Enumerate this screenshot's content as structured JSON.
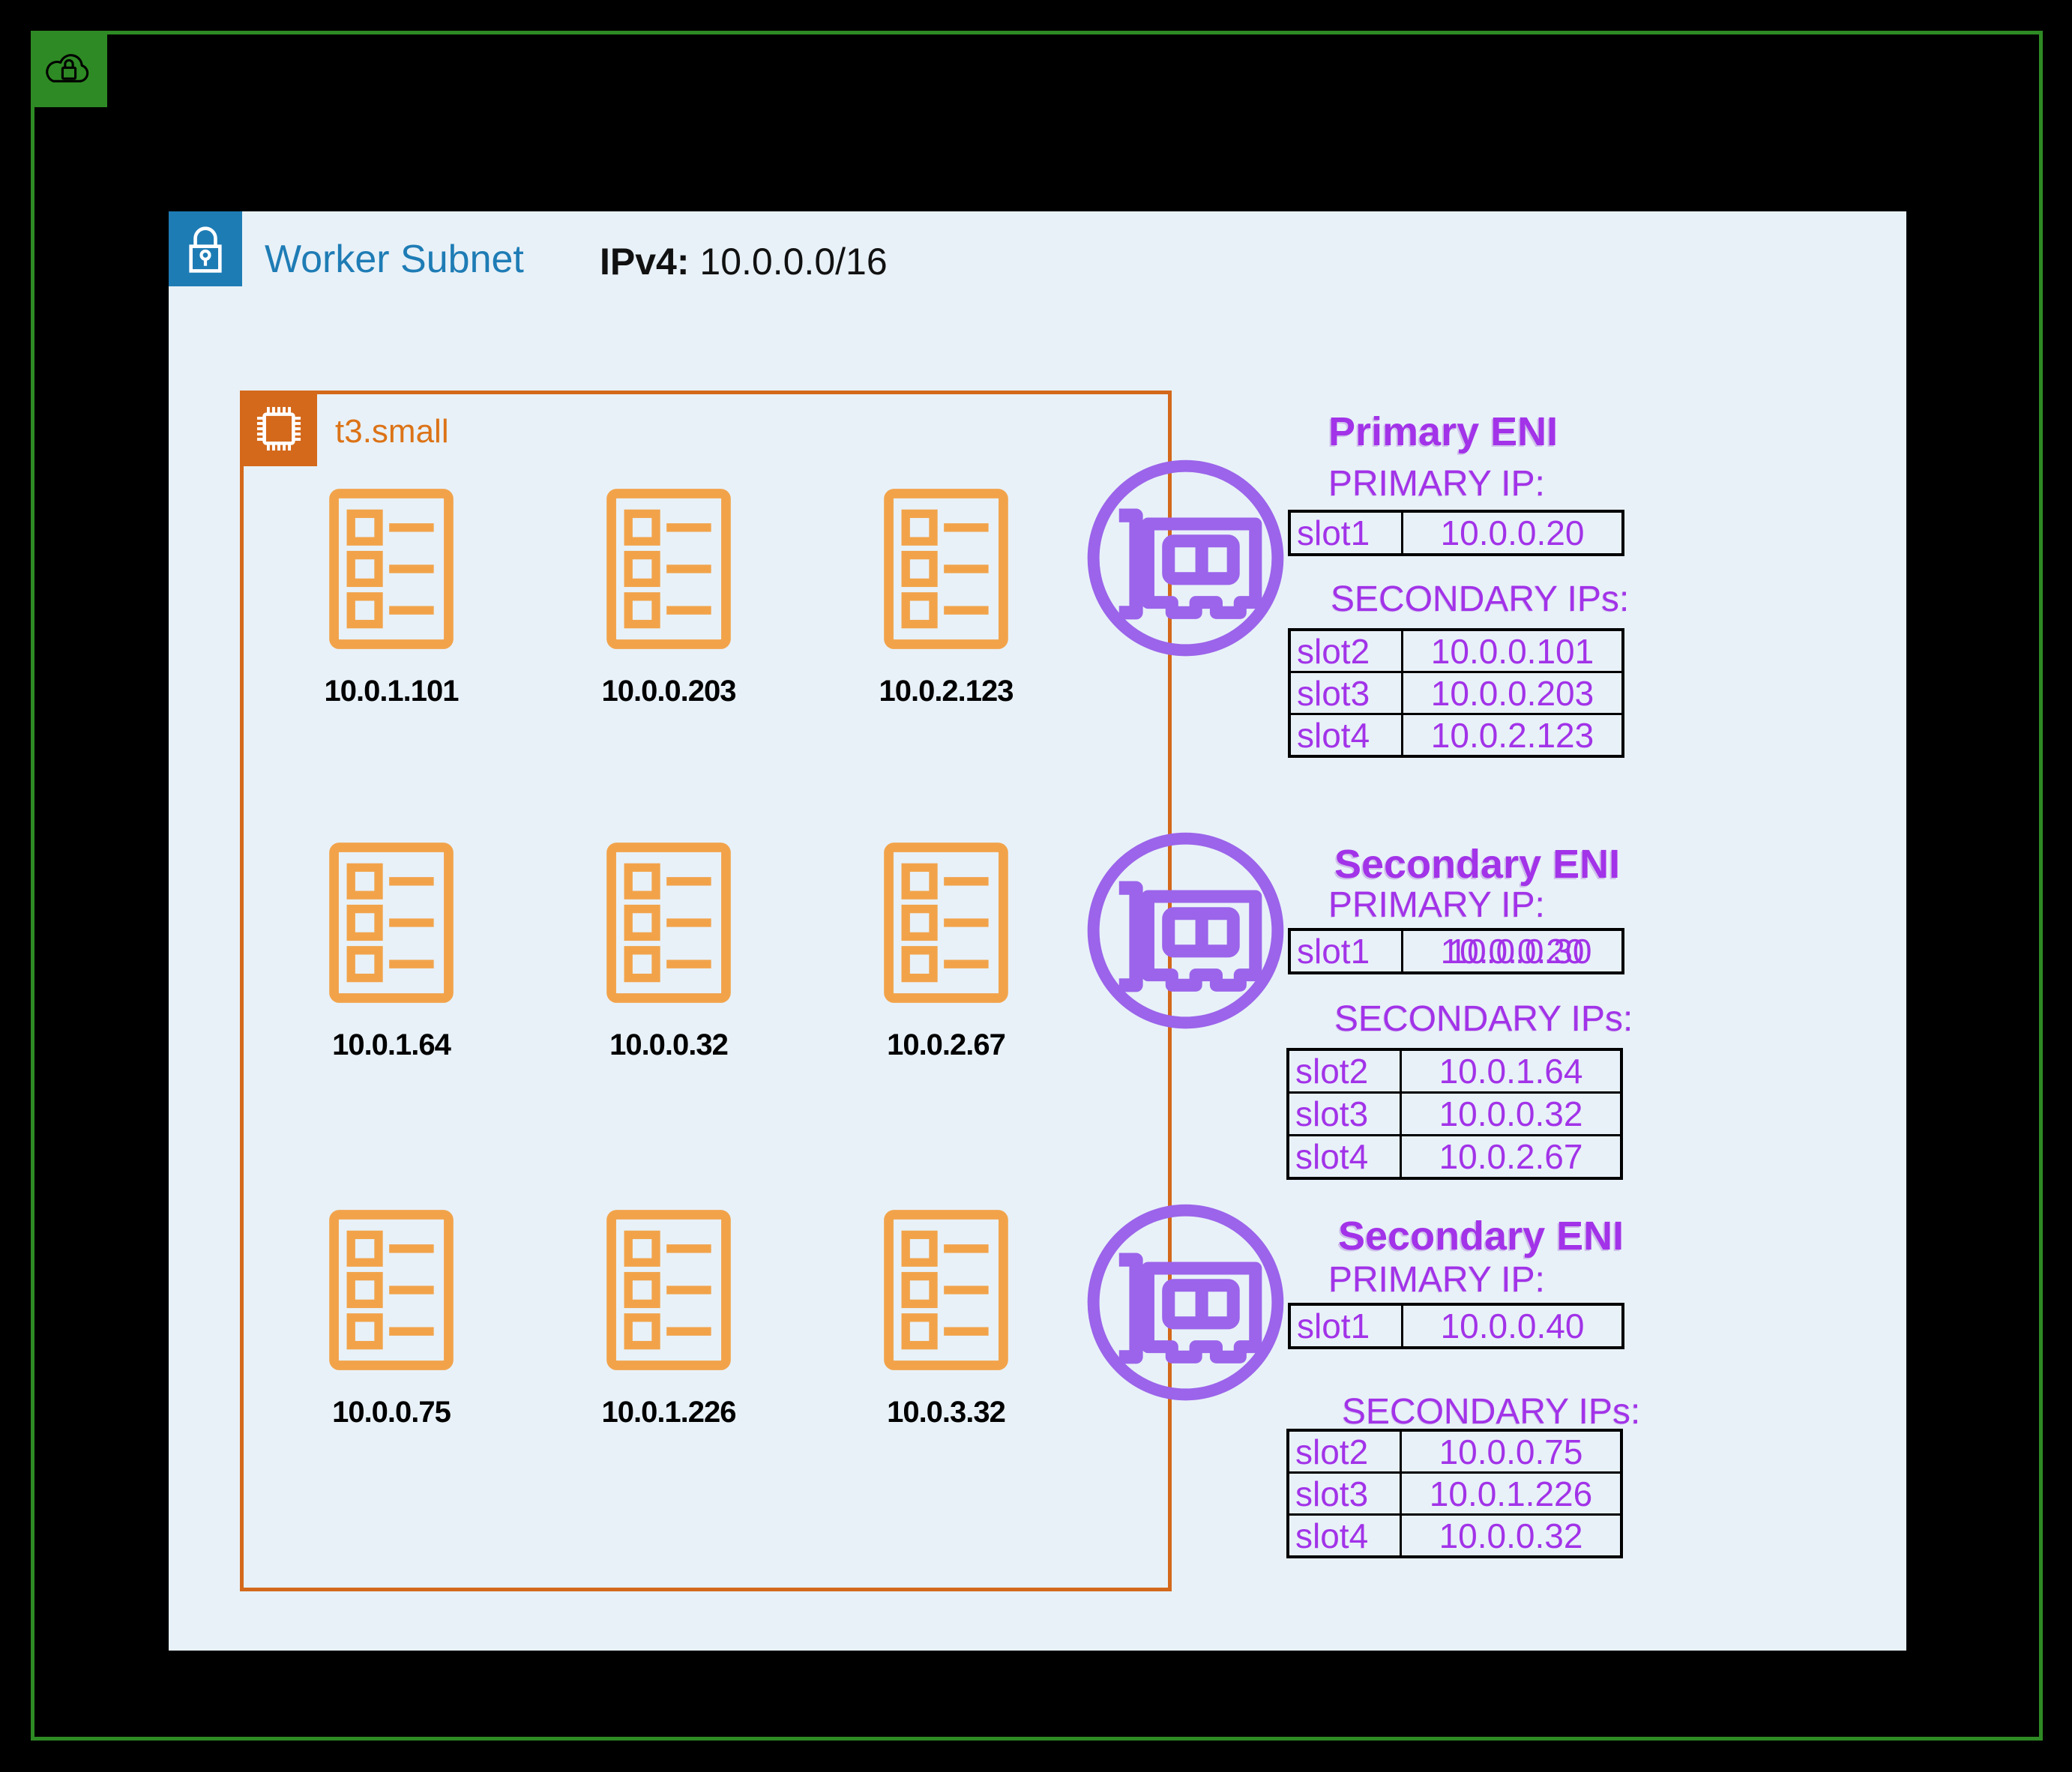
{
  "vpc": {
    "border_color": "#2E8A24"
  },
  "subnet": {
    "title": "Worker Subnet",
    "ipv4_label": "IPv4:",
    "ipv4_value": "10.0.0.0/16",
    "accent_color": "#1E7CB5",
    "panel_color": "#E8F1F8"
  },
  "instance": {
    "type_label": "t3.small",
    "accent_color": "#D4691B"
  },
  "pods": {
    "rows": [
      [
        "10.0.1.101",
        "10.0.0.203",
        "10.0.2.123"
      ],
      [
        "10.0.1.64",
        "10.0.0.32",
        "10.0.2.67"
      ],
      [
        "10.0.0.75",
        "10.0.1.226",
        "10.0.3.32"
      ]
    ],
    "icon_color": "#F2A34A"
  },
  "enis": [
    {
      "title": "Primary ENI",
      "primary_label": "PRIMARY IP:",
      "secondary_label": "SECONDARY IPs:",
      "primary_rows": [
        {
          "slot": "slot1",
          "ip": "10.0.0.20"
        }
      ],
      "secondary_rows": [
        {
          "slot": "slot2",
          "ip": "10.0.0.101"
        },
        {
          "slot": "slot3",
          "ip": "10.0.0.203"
        },
        {
          "slot": "slot4",
          "ip": "10.0.2.123"
        }
      ]
    },
    {
      "title": "Secondary ENI",
      "primary_label": "PRIMARY IP:",
      "secondary_label": "SECONDARY IPs:",
      "primary_rows": [
        {
          "slot": "slot1",
          "ip": "10.0.0.20",
          "ip_overlap": "10.0.0.30"
        }
      ],
      "secondary_rows": [
        {
          "slot": "slot2",
          "ip": "10.0.1.64"
        },
        {
          "slot": "slot3",
          "ip": "10.0.0.32"
        },
        {
          "slot": "slot4",
          "ip": "10.0.2.67"
        }
      ]
    },
    {
      "title": "Secondary ENI",
      "primary_label": "PRIMARY IP:",
      "secondary_label": "SECONDARY IPs:",
      "primary_rows": [
        {
          "slot": "slot1",
          "ip": "10.0.0.40"
        }
      ],
      "secondary_rows": [
        {
          "slot": "slot2",
          "ip": "10.0.0.75"
        },
        {
          "slot": "slot3",
          "ip": "10.0.1.226"
        },
        {
          "slot": "slot4",
          "ip": "10.0.0.32"
        }
      ]
    }
  ],
  "eni_icon_color": "#9B64EA",
  "table_text_color": "#A233E8"
}
